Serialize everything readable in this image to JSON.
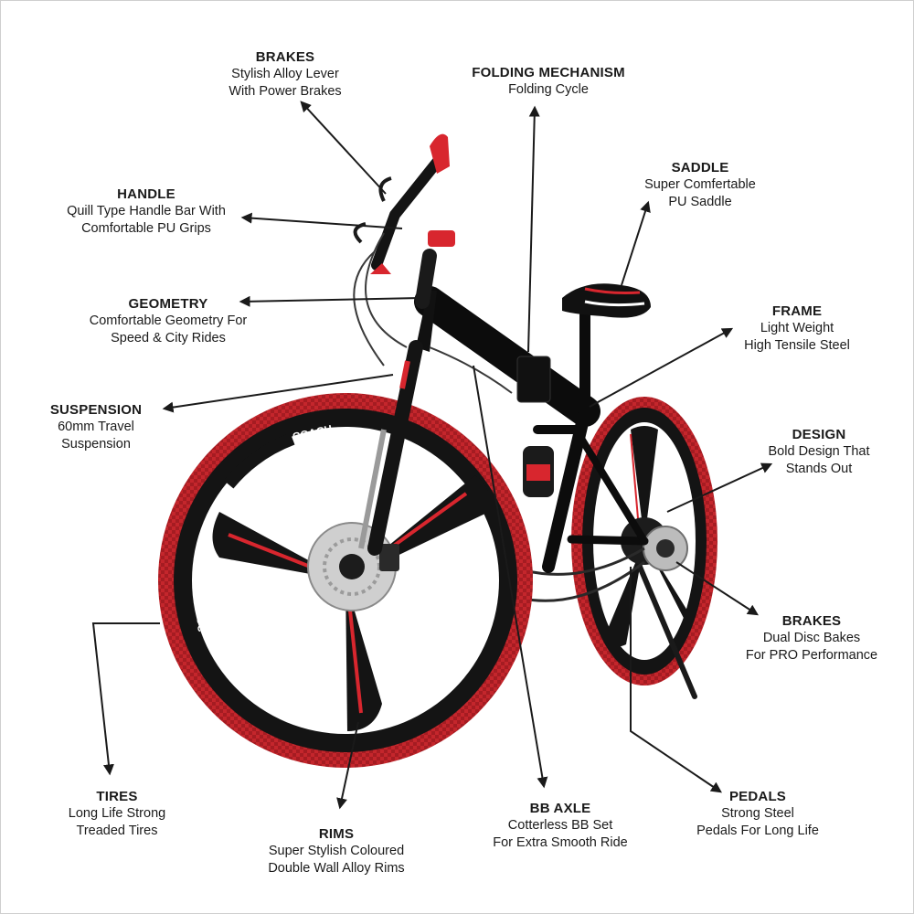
{
  "colors": {
    "frame": "#0c0c0c",
    "tire": "#c4262c",
    "rim": "#141414",
    "accent_red": "#d8262e",
    "leader": "#1a1a1a",
    "background": "#ffffff"
  },
  "callouts": {
    "brakes_top": {
      "title": "BRAKES",
      "lines": [
        "Stylish Alloy Lever",
        "With Power Brakes"
      ]
    },
    "folding": {
      "title": "FOLDING MECHANISM",
      "lines": [
        "Folding Cycle"
      ]
    },
    "saddle": {
      "title": "SADDLE",
      "lines": [
        "Super Comfertable",
        "PU Saddle"
      ]
    },
    "handle": {
      "title": "HANDLE",
      "lines": [
        "Quill Type Handle Bar With",
        "Comfortable PU Grips"
      ]
    },
    "geometry": {
      "title": "GEOMETRY",
      "lines": [
        "Comfortable Geometry For",
        "Speed & City Rides"
      ]
    },
    "frame": {
      "title": "FRAME",
      "lines": [
        "Light Weight",
        "High Tensile Steel"
      ]
    },
    "suspension": {
      "title": "SUSPENSION",
      "lines": [
        "60mm Travel",
        "Suspension"
      ]
    },
    "design": {
      "title": "DESIGN",
      "lines": [
        "Bold Design That",
        "Stands Out"
      ]
    },
    "brakes_disc": {
      "title": "BRAKES",
      "lines": [
        "Dual Disc Bakes",
        "For PRO Performance"
      ]
    },
    "tires": {
      "title": "TIRES",
      "lines": [
        "Long Life Strong",
        "Treaded Tires"
      ]
    },
    "bb_axle": {
      "title": "BB AXLE",
      "lines": [
        "Cotterless BB Set",
        "For Extra Smooth Ride"
      ]
    },
    "pedals": {
      "title": "PEDALS",
      "lines": [
        "Strong Steel",
        "Pedals For Long Life"
      ]
    },
    "rims": {
      "title": "RIMS",
      "lines": [
        "Super Stylish Coloured",
        "Double Wall Alloy Rims"
      ]
    }
  },
  "branding": {
    "front_tire_text": "COACH",
    "rim_text": "HAVOC"
  }
}
